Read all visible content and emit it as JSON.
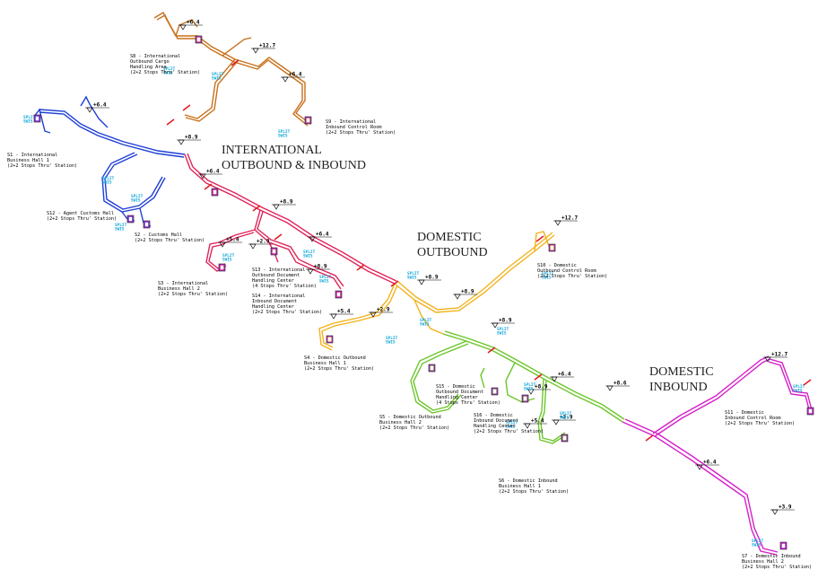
{
  "zones": {
    "intl": "INTERNATIONAL\nOUTBOUND & INBOUND",
    "dom_out": "DOMESTIC\nOUTBOUND",
    "dom_in": "DOMESTIC\nINBOUND"
  },
  "stations": {
    "s1": "S1 - International\nBusiness Hall 1\n(2+2 Stops Thru' Station)",
    "s2": "S2 - Customs Hall\n(2+2 Stops Thru' Station)",
    "s3": "S3 - International\nBusiness Hall 2\n(2+2 Stops Thru' Station)",
    "s4": "S4 - Domestic Outbound\nBusiness Hall 1\n(2+2 Stops Thru' Station)",
    "s5": "S5 - Domestic Outbound\nBusiness Hall 2\n(2+2 Stops Thru' Station)",
    "s6": "S6 - Domestic Inbound\nBusiness Hall 1\n(2+2 Stops Thru' Station)",
    "s7": "S7 - Domestic Inbound\nBusiness Hall 2\n(2+2 Stops Thru' Station)",
    "s8": "S8 - International\nOutbound Cargo\nHandling Area\n(2+2 Stops Thru' Station)",
    "s9": "S9 - International\nInbound Control Room\n(2+2 Stops Thru' Station)",
    "s10": "S10 - Domestic\nOutbound Control Room\n(2+2 Stops Thru' Station)",
    "s11": "S11 - Domestic\nInbound Control Room\n(2+2 Stops Thru' Station)",
    "s12": "S12 - Agent Customs Hall\n(2+2 Stops Thru' Station)",
    "s13": "S13 - International\nOutbound Document\nHandling Center\n(4 Stops Thru' Station)",
    "s14": "S14 - International\nInbound Document\nHandling Center\n(2+2 Stops Thru' Station)",
    "s15": "S15 - Domestic\nOutbound Document\nHandling Center\n(4 Stops Thru' Station)",
    "s16": "S16 - Domestic\nInbound Document\nHandling Center\n(2+2 Stops Thru' Station)"
  },
  "elevations": [
    {
      "id": "e1",
      "text": "+6.4"
    },
    {
      "id": "e2",
      "text": "+12.7"
    },
    {
      "id": "e3",
      "text": "+6.4"
    },
    {
      "id": "e4",
      "text": "+6.4"
    },
    {
      "id": "e5",
      "text": "+8.9"
    },
    {
      "id": "e6",
      "text": "+6.4"
    },
    {
      "id": "e7",
      "text": "+8.9"
    },
    {
      "id": "e8",
      "text": "+5.4"
    },
    {
      "id": "e9",
      "text": "+2.9"
    },
    {
      "id": "e10",
      "text": "+6.4"
    },
    {
      "id": "e11",
      "text": "+8.9"
    },
    {
      "id": "e12",
      "text": "+12.7"
    },
    {
      "id": "e13",
      "text": "+8.9"
    },
    {
      "id": "e14",
      "text": "+5.4"
    },
    {
      "id": "e15",
      "text": "+2.9"
    },
    {
      "id": "e16",
      "text": "+8.9"
    },
    {
      "id": "e17",
      "text": "+8.9"
    },
    {
      "id": "e18",
      "text": "+6.4"
    },
    {
      "id": "e19",
      "text": "+8.9"
    },
    {
      "id": "e20",
      "text": "+5.4"
    },
    {
      "id": "e21",
      "text": "+2.9"
    },
    {
      "id": "e22",
      "text": "+12.7"
    },
    {
      "id": "e23",
      "text": "+8.6"
    },
    {
      "id": "e24",
      "text": "+6.4"
    },
    {
      "id": "e25",
      "text": "+3.9"
    }
  ],
  "colors": {
    "orange": "#c8701a",
    "blue": "#1f3fd6",
    "red": "#e0245a",
    "yellow": "#f2b21c",
    "green": "#6cc62a",
    "magenta": "#d51fc9",
    "cyan": "#11a6d9",
    "station": "#b02cc8"
  },
  "tags": {
    "split": "SPLIT\nSWIS"
  }
}
